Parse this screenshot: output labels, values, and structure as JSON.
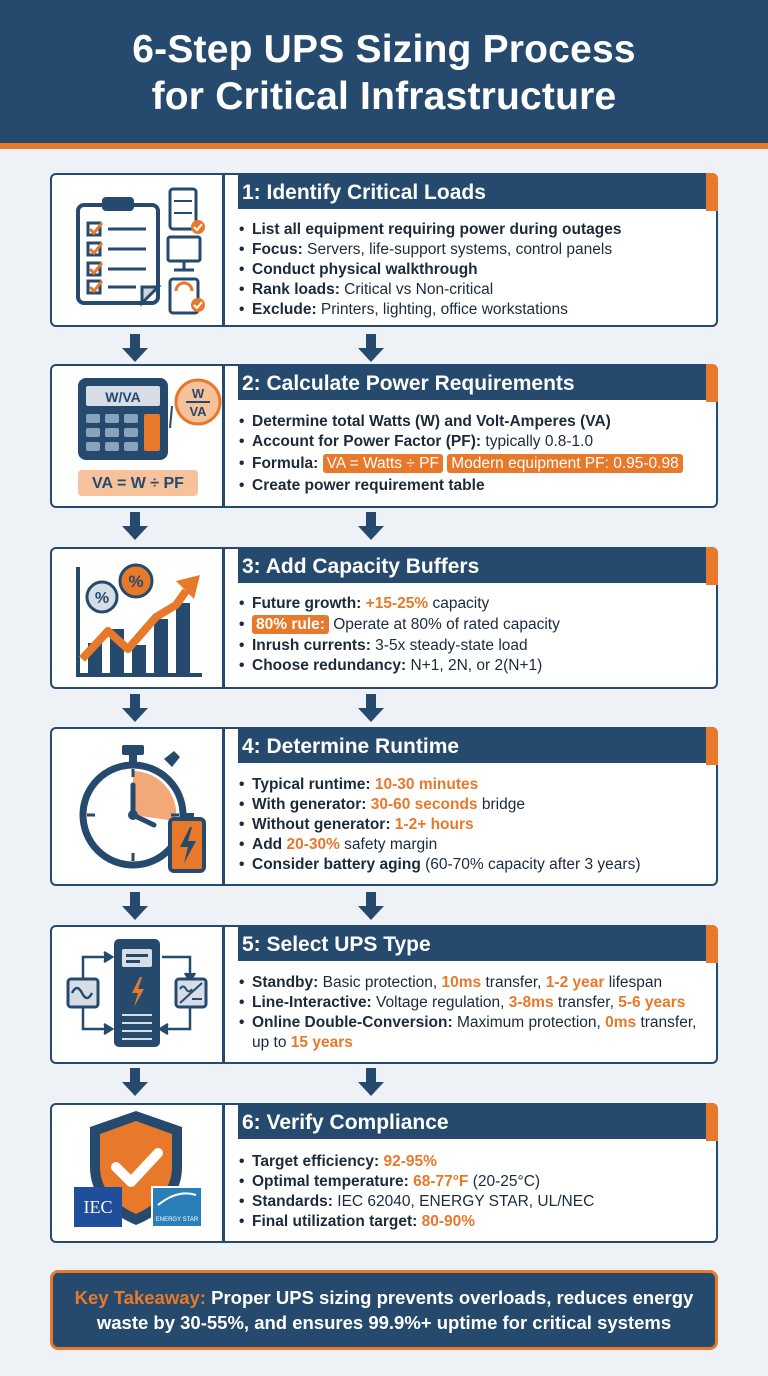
{
  "title": {
    "line1": "6-Step UPS Sizing Process",
    "line2": "for Critical Infrastructure"
  },
  "colors": {
    "navy": "#264a6e",
    "orange": "#e8792b",
    "background": "#eef1f5"
  },
  "steps": [
    {
      "title": "1: Identify Critical Loads",
      "icons": [
        "clipboard-checklist-icon",
        "server-rack-icon",
        "monitor-icon",
        "control-panel-icon"
      ],
      "items": [
        {
          "label": "List all equipment requiring power during outages",
          "text": ""
        },
        {
          "label": "Focus:",
          "text": " Servers, life-support systems, control panels"
        },
        {
          "label": "Conduct physical walkthrough",
          "text": ""
        },
        {
          "label": "Rank loads:",
          "text": " Critical vs Non-critical"
        },
        {
          "label": "Exclude:",
          "text": " Printers, lighting, office workstations"
        }
      ]
    },
    {
      "title": "2: Calculate Power Requirements",
      "icons": [
        "calculator-icon",
        "watts-over-va-icon"
      ],
      "calc_display": "W/VA",
      "circle_top": "W",
      "circle_bottom": "VA",
      "formula_box": "VA = W ÷ PF",
      "items": [
        {
          "label": "Determine total Watts (W) and Volt-Amperes (VA)"
        },
        {
          "label": "Account for Power Factor (PF):",
          "text": " typically 0.8-1.0"
        },
        {
          "label": "Formula:",
          "pill1": "VA = Watts ÷ PF",
          "pill2": "Modern equipment PF: 0.95-0.98"
        },
        {
          "label": "Create power requirement table"
        }
      ]
    },
    {
      "title": "3: Add Capacity Buffers",
      "icons": [
        "growth-chart-icon",
        "percent-icon"
      ],
      "percent_symbol": "%",
      "items": [
        {
          "label": "Future growth:",
          "highlight": " +15-25%",
          "text": " capacity"
        },
        {
          "pill": "80% rule:",
          "text": " Operate at 80% of rated capacity"
        },
        {
          "label": "Inrush currents:",
          "text": " 3-5x steady-state load"
        },
        {
          "label": "Choose redundancy:",
          "text": " N+1, 2N, or 2(N+1)"
        }
      ]
    },
    {
      "title": "4: Determine Runtime",
      "icons": [
        "stopwatch-icon",
        "battery-icon"
      ],
      "items": [
        {
          "label": "Typical runtime:",
          "highlight": " 10-30 minutes"
        },
        {
          "label": "With generator:",
          "highlight": " 30-60 seconds",
          "text": " bridge"
        },
        {
          "label": "Without generator:",
          "highlight": " 1-2+ hours"
        },
        {
          "label": "Add",
          "highlight": " 20-30%",
          "text": " safety margin"
        },
        {
          "label": "Consider battery aging",
          "text": " (60-70% capacity after 3 years)"
        }
      ]
    },
    {
      "title": "5: Select UPS Type",
      "icons": [
        "ups-unit-icon",
        "ac-wave-icon",
        "ac-dc-converter-icon"
      ],
      "items": [
        {
          "label": "Standby:",
          "t1": " Basic protection, ",
          "h1": "10ms",
          "t2": " transfer, ",
          "h2": "1-2 year",
          "t3": " lifespan"
        },
        {
          "label": "Line-Interactive:",
          "t1": " Voltage regulation, ",
          "h1": "3-8ms",
          "t2": " transfer, ",
          "h2": "5-6 years",
          "t3": ""
        },
        {
          "label": "Online Double-Conversion:",
          "t1": " Maximum protection, ",
          "h1": "0ms",
          "t2": " transfer, up to ",
          "h2": "15 years",
          "t3": ""
        }
      ]
    },
    {
      "title": "6: Verify Compliance",
      "icons": [
        "shield-check-icon",
        "iec-logo-icon",
        "energy-star-logo-icon"
      ],
      "logo_iec": "IEC",
      "logo_energy": "ENERGY STAR",
      "items": [
        {
          "label": "Target efficiency:",
          "highlight": " 92-95%"
        },
        {
          "label": "Optimal temperature:",
          "highlight": " 68-77°F",
          "text": " (20-25°C)"
        },
        {
          "label": "Standards:",
          "text": " IEC 62040, ENERGY STAR, UL/NEC"
        },
        {
          "label": "Final utilization target:",
          "highlight": " 80-90%"
        }
      ]
    }
  ],
  "takeaway": {
    "label": "Key Takeaway:",
    "text": " Proper UPS sizing prevents overloads, reduces energy waste by 30-55%, and ensures 99.9%+ uptime for critical systems"
  }
}
